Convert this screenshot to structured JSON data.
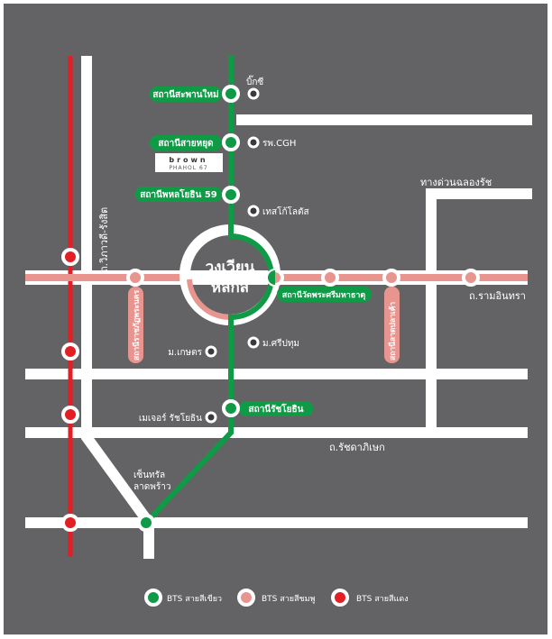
{
  "colors": {
    "background": "#636366",
    "road": "#ffffff",
    "green": "#0f9a46",
    "pink": "#e8948f",
    "red": "#e31e24",
    "poi": "#3a3a3c"
  },
  "roundabout": {
    "line1": "วงเวียน",
    "line2": "หลักสี่"
  },
  "roads": {
    "vibhavadi": "ถ.วิภาวดี-รังสิต",
    "ramintra": "ถ.รามอินทรา",
    "ratchada": "ถ.รัชดาภิเษก",
    "expressway": "ทางด่วนฉลองรัช"
  },
  "green_stations": [
    "สถานีสะพานใหม่",
    "สถานีสายหยุด",
    "สถานีพหลโยธิน 59",
    "สถานีรัชโยธิน",
    "สถานีวัดพระศรีมหาธาตุ"
  ],
  "pink_stations": [
    "สถานีราชภัฏพระนคร",
    "สถานีลาดปลาเค้า"
  ],
  "landmarks": [
    "บิ๊กซี",
    "รพ.CGH",
    "เทสโก้โลตัส",
    "ม.ศรีปทุม",
    "ม.เกษตร",
    "เมเจอร์ รัชโยธิน",
    "เซ็นทรัล",
    "ลาดพร้าว"
  ],
  "project_logo": {
    "brand": "brown",
    "sub": "PHAHOL 67"
  },
  "legend": [
    "BTS สายสีเขียว",
    "BTS สายสีชมพู",
    "BTS สายสีแดง"
  ]
}
